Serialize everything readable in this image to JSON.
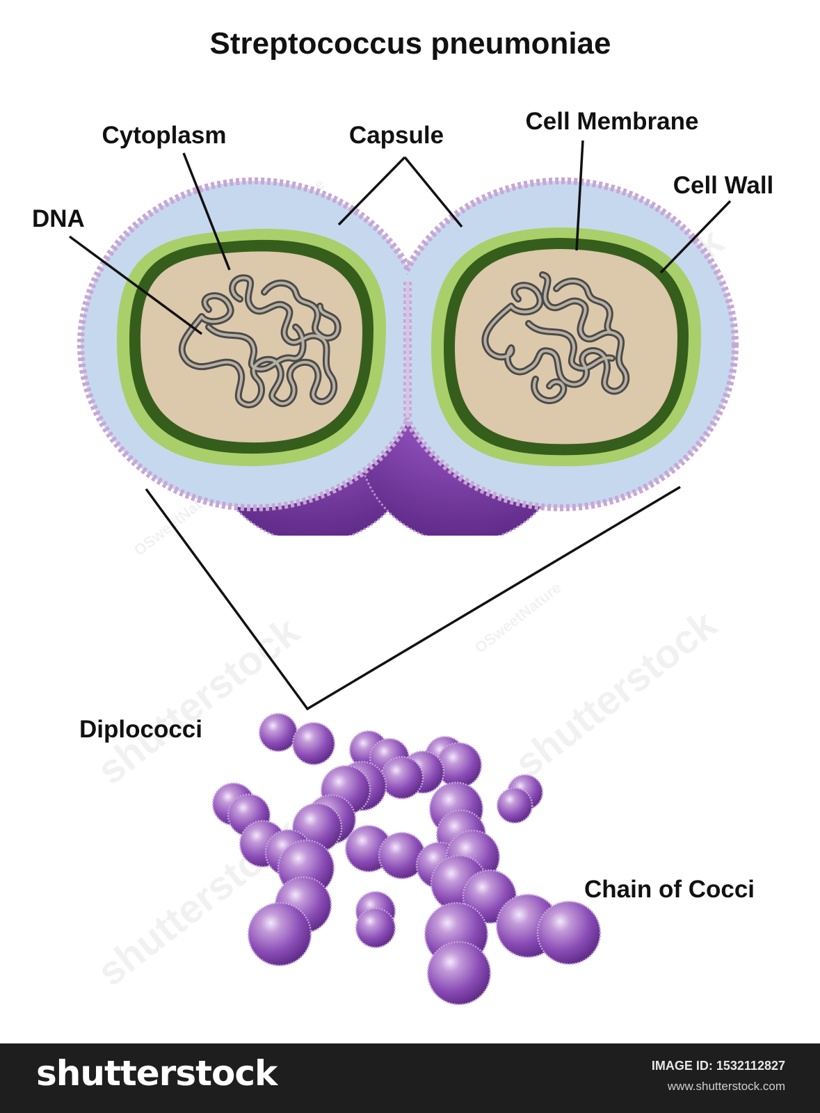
{
  "title": "Streptococcus pneumoniae",
  "labels": {
    "cytoplasm": "Cytoplasm",
    "capsule": "Capsule",
    "cell_membrane": "Cell Membrane",
    "cell_wall": "Cell Wall",
    "dna": "DNA",
    "diplococci": "Diplococci",
    "chain_of_cocci": "Chain of Cocci"
  },
  "colors": {
    "capsule": "#c6d8ee",
    "capsule_edge": "#c8a6d6",
    "cell_wall": "#a9cf6a",
    "cell_membrane": "#355e1c",
    "cytoplasm": "#dcc8ab",
    "dna": "#4a4a4a",
    "coccus": "#8e4fb8"
  },
  "watermarks": {
    "credit": "OSweetNature",
    "stock": "shutterstock"
  },
  "footer": {
    "brand": "shutterstock",
    "id_label": "IMAGE ID:",
    "id_value": "1532112827",
    "site": "www.shutterstock.com"
  }
}
